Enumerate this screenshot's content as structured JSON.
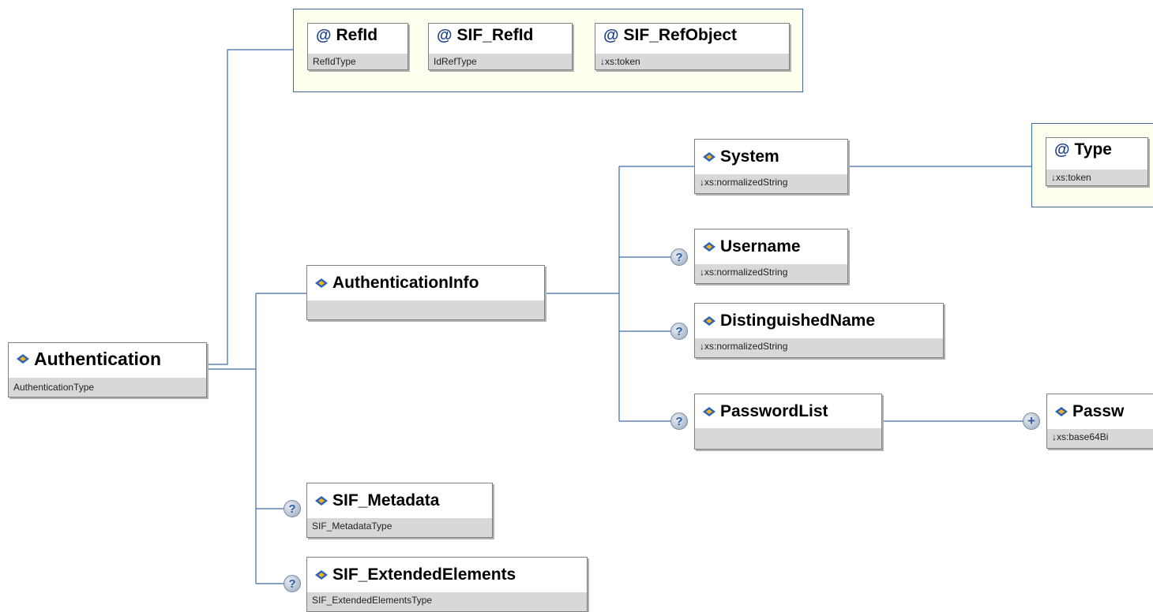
{
  "root": {
    "name": "Authentication",
    "type": "AuthenticationType"
  },
  "attributes": [
    {
      "name": "RefId",
      "type": "RefIdType"
    },
    {
      "name": "SIF_RefId",
      "type": "IdRefType"
    },
    {
      "name": "SIF_RefObject",
      "type": "↓xs:token"
    }
  ],
  "authentication_info": {
    "name": "AuthenticationInfo",
    "type": ""
  },
  "children": {
    "system": {
      "name": "System",
      "type": "↓xs:normalizedString"
    },
    "system_attribute": {
      "name": "Type",
      "type": "↓xs:token"
    },
    "username": {
      "name": "Username",
      "type": "↓xs:normalizedString",
      "badge": "?"
    },
    "distinguished_name": {
      "name": "DistinguishedName",
      "type": "↓xs:normalizedString",
      "badge": "?"
    },
    "password_list": {
      "name": "PasswordList",
      "type": "",
      "badge": "?"
    },
    "password": {
      "name": "Passw",
      "type": "↓xs:base64Bi",
      "badge": "+"
    }
  },
  "metadata": {
    "name": "SIF_Metadata",
    "type": "SIF_MetadataType",
    "badge": "?"
  },
  "extended": {
    "name": "SIF_ExtendedElements",
    "type": "SIF_ExtendedElementsType",
    "badge": "?"
  },
  "colors": {
    "line": "#3d6aa5",
    "attr_group_bg": "#fffff0",
    "type_bar": "#d8d8d8"
  }
}
